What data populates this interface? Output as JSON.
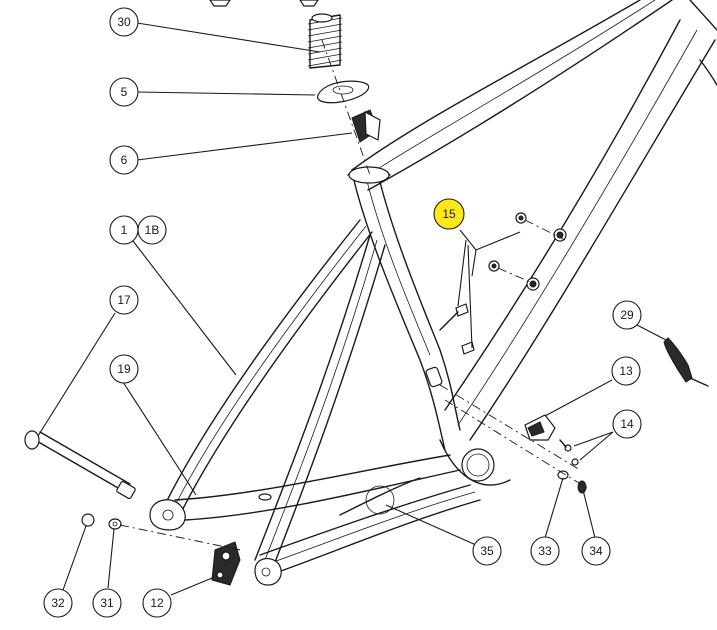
{
  "diagram": {
    "callouts": [
      {
        "id": "c30",
        "label": "30"
      },
      {
        "id": "c5",
        "label": "5"
      },
      {
        "id": "c6",
        "label": "6"
      },
      {
        "id": "c1",
        "label": "1"
      },
      {
        "id": "c1b",
        "label": "1B"
      },
      {
        "id": "c17",
        "label": "17"
      },
      {
        "id": "c19",
        "label": "19"
      },
      {
        "id": "c15",
        "label": "15",
        "highlight": "#ffe81a"
      },
      {
        "id": "c29",
        "label": "29"
      },
      {
        "id": "c13",
        "label": "13"
      },
      {
        "id": "c14",
        "label": "14"
      },
      {
        "id": "c35",
        "label": "35"
      },
      {
        "id": "c33",
        "label": "33"
      },
      {
        "id": "c34",
        "label": "34"
      },
      {
        "id": "c32",
        "label": "32"
      },
      {
        "id": "c31",
        "label": "31"
      },
      {
        "id": "c12",
        "label": "12"
      }
    ],
    "colors": {
      "line": "#1a1a1a",
      "highlight": "#ffe81a",
      "background": "#ffffff"
    }
  }
}
